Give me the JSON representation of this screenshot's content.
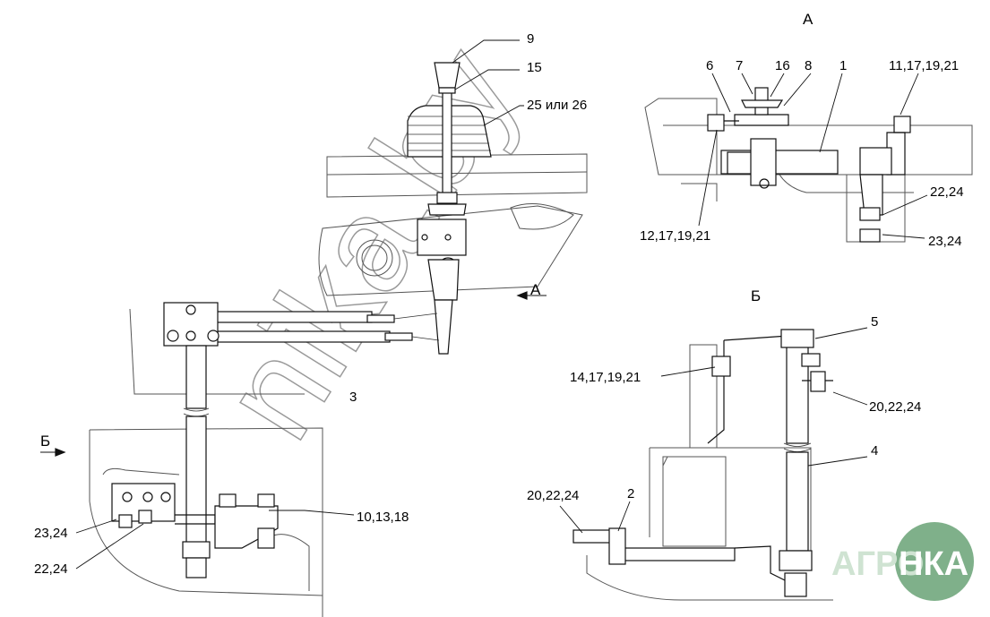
{
  "views": {
    "a": "А",
    "b": "Б",
    "arrow_a": "А",
    "arrow_b": "Б"
  },
  "callouts": {
    "c9": "9",
    "c15": "15",
    "c25": "25 или 26",
    "c3": "3",
    "c10": "10,13,18",
    "c23_left": "23,24",
    "c22_left": "22,24",
    "c6": "6",
    "c7": "7",
    "c16": "16",
    "c8": "8",
    "c1": "1",
    "c11": "11,17,19,21",
    "c12": "12,17,19,21",
    "c22_a": "22,24",
    "c23_a": "23,24",
    "c5": "5",
    "c14": "14,17,19,21",
    "c20_right": "20,22,24",
    "c4": "4",
    "c20_left": "20,22,24",
    "c2": "2"
  },
  "watermark": "nika.by",
  "logo": {
    "left": "АГРО",
    "right": "НКА"
  },
  "colors": {
    "line": "#111111",
    "logo_green": "#7fb08a"
  }
}
